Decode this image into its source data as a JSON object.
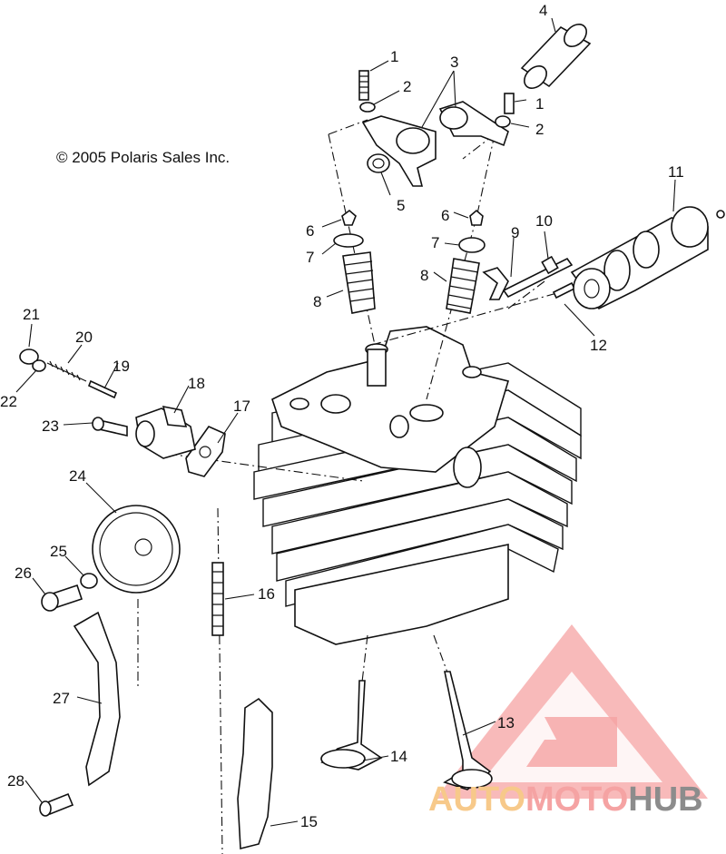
{
  "copyright": "© 2005 Polaris Sales Inc.",
  "watermark": {
    "part1": "AUTO",
    "part2": "MOTO",
    "part3": "HUB",
    "color_red": "#f08a8a",
    "color_orange": "#f7c98a",
    "color_gray": "#8c8c8c"
  },
  "callouts": [
    "1",
    "1",
    "2",
    "2",
    "3",
    "4",
    "5",
    "6",
    "6",
    "7",
    "7",
    "8",
    "8",
    "9",
    "10",
    "11",
    "12",
    "13",
    "14",
    "15",
    "16",
    "17",
    "18",
    "19",
    "20",
    "21",
    "22",
    "23",
    "24",
    "25",
    "26",
    "27",
    "28"
  ]
}
